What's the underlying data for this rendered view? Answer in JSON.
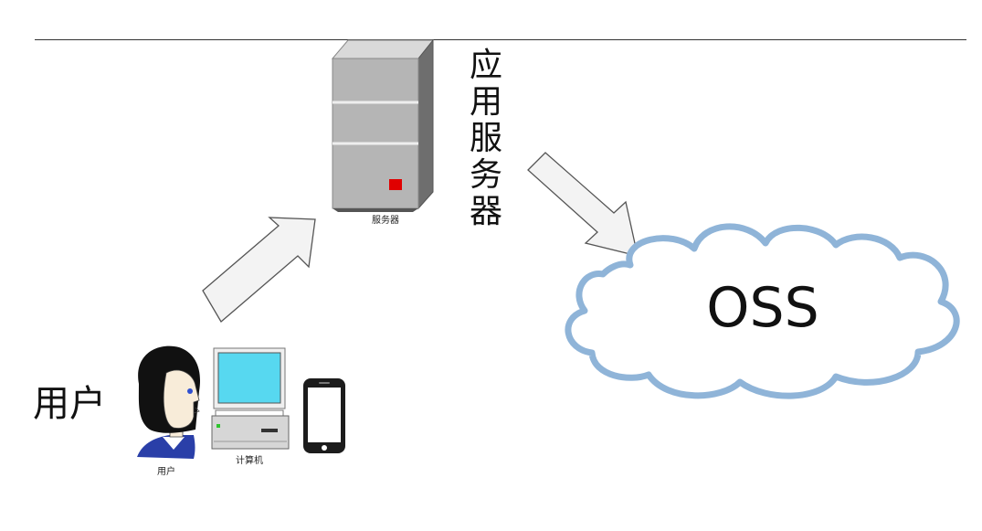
{
  "server": {
    "caption": "服务器",
    "vertical_label": [
      "应",
      "用",
      "服",
      "务",
      "器"
    ],
    "indicator_color": "#e00000"
  },
  "user": {
    "big_label": "用户",
    "person_caption": "用户",
    "computer_caption": "计算机"
  },
  "cloud": {
    "label": "OSS",
    "outline_color": "#8fb4d8"
  }
}
